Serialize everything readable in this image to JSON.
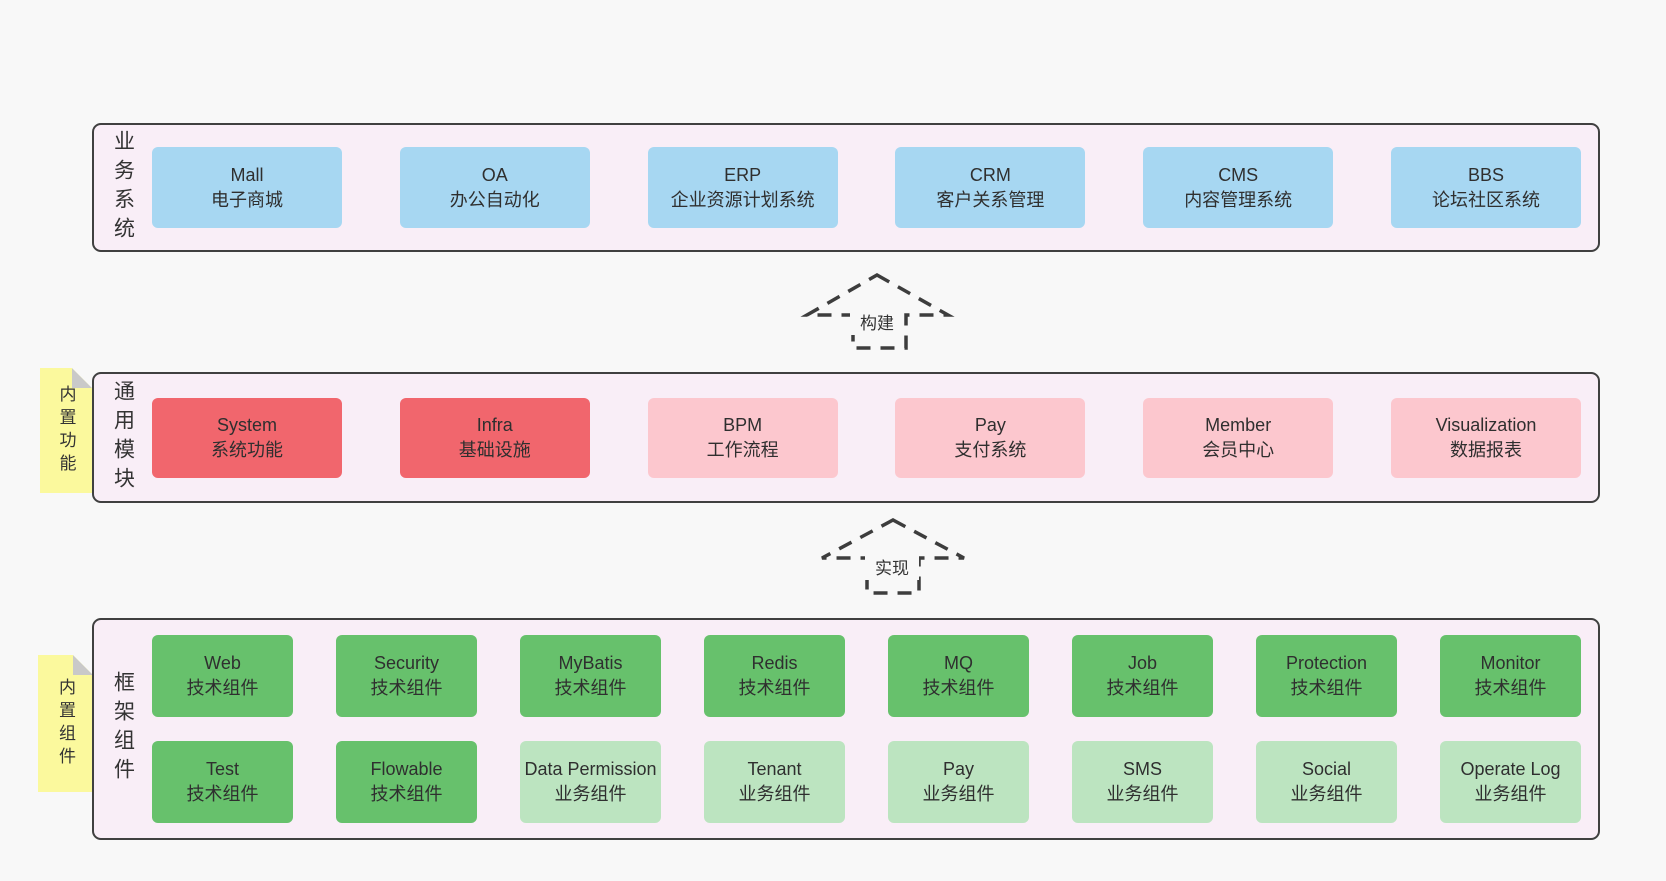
{
  "colors": {
    "page_bg": "#f8f8f8",
    "panel_bg": "#f9eef7",
    "line": "#404040",
    "sticky_yellow": "#fbf99d",
    "sticky_fold": "#c9c9c9",
    "blue": "#a7d7f2",
    "red": "#f1666d",
    "pink": "#fcc7ce",
    "green": "#67c16c",
    "green_light": "#bce4c0"
  },
  "arrows": [
    {
      "label": "构建"
    },
    {
      "label": "实现"
    }
  ],
  "sections": {
    "business": {
      "label": "业务系统",
      "boxes": [
        {
          "title": "Mall",
          "subtitle": "电子商城",
          "variant": "blue"
        },
        {
          "title": "OA",
          "subtitle": "办公自动化",
          "variant": "blue"
        },
        {
          "title": "ERP",
          "subtitle": "企业资源计划系统",
          "variant": "blue"
        },
        {
          "title": "CRM",
          "subtitle": "客户关系管理",
          "variant": "blue"
        },
        {
          "title": "CMS",
          "subtitle": "内容管理系统",
          "variant": "blue"
        },
        {
          "title": "BBS",
          "subtitle": "论坛社区系统",
          "variant": "blue"
        }
      ]
    },
    "modules": {
      "label": "通用模块",
      "sticky": "内置功能",
      "boxes": [
        {
          "title": "System",
          "subtitle": "系统功能",
          "variant": "red"
        },
        {
          "title": "Infra",
          "subtitle": "基础设施",
          "variant": "red"
        },
        {
          "title": "BPM",
          "subtitle": "工作流程",
          "variant": "pink"
        },
        {
          "title": "Pay",
          "subtitle": "支付系统",
          "variant": "pink"
        },
        {
          "title": "Member",
          "subtitle": "会员中心",
          "variant": "pink"
        },
        {
          "title": "Visualization",
          "subtitle": "数据报表",
          "variant": "pink"
        }
      ]
    },
    "components": {
      "label": "框架组件",
      "sticky": "内置组件",
      "row1": [
        {
          "title": "Web",
          "subtitle": "技术组件",
          "variant": "green"
        },
        {
          "title": "Security",
          "subtitle": "技术组件",
          "variant": "green"
        },
        {
          "title": "MyBatis",
          "subtitle": "技术组件",
          "variant": "green"
        },
        {
          "title": "Redis",
          "subtitle": "技术组件",
          "variant": "green"
        },
        {
          "title": "MQ",
          "subtitle": "技术组件",
          "variant": "green"
        },
        {
          "title": "Job",
          "subtitle": "技术组件",
          "variant": "green"
        },
        {
          "title": "Protection",
          "subtitle": "技术组件",
          "variant": "green"
        },
        {
          "title": "Monitor",
          "subtitle": "技术组件",
          "variant": "green"
        }
      ],
      "row2": [
        {
          "title": "Test",
          "subtitle": "技术组件",
          "variant": "green"
        },
        {
          "title": "Flowable",
          "subtitle": "技术组件",
          "variant": "green"
        },
        {
          "title": "Data Permission",
          "subtitle": "业务组件",
          "variant": "green_light"
        },
        {
          "title": "Tenant",
          "subtitle": "业务组件",
          "variant": "green_light"
        },
        {
          "title": "Pay",
          "subtitle": "业务组件",
          "variant": "green_light"
        },
        {
          "title": "SMS",
          "subtitle": "业务组件",
          "variant": "green_light"
        },
        {
          "title": "Social",
          "subtitle": "业务组件",
          "variant": "green_light"
        },
        {
          "title": "Operate Log",
          "subtitle": "业务组件",
          "variant": "green_light"
        }
      ]
    }
  }
}
